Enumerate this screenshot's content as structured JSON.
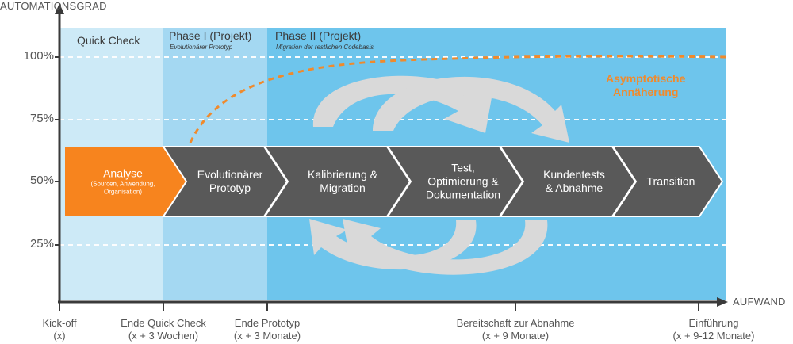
{
  "axes": {
    "y_title": "AUTOMATIONSGRAD",
    "x_title": "AUFWAND",
    "y_ticks": [
      "100%",
      "75%",
      "50%",
      "25%"
    ]
  },
  "phases": [
    {
      "title": "Quick Check",
      "subtitle": ""
    },
    {
      "title": "Phase I (Projekt)",
      "subtitle": "Evolutionärer Prototyp"
    },
    {
      "title": "Phase II (Projekt)",
      "subtitle": "Migration der restlichen Codebasis"
    }
  ],
  "steps": [
    {
      "line1": "Analyse",
      "sub": "(Sourcen, Anwendung, Organisation)"
    },
    {
      "line1": "Evolutionärer",
      "line2": "Prototyp"
    },
    {
      "line1": "Kalibrierung &",
      "line2": "Migration"
    },
    {
      "line1": "Test,",
      "line2": "Optimierung &",
      "line3": "Dokumentation"
    },
    {
      "line1": "Kundentests",
      "line2": "& Abnahme"
    },
    {
      "line1": "Transition"
    }
  ],
  "annotation": {
    "line1": "Asymptotische",
    "line2": "Annäherung"
  },
  "milestones": [
    {
      "line1": "Kick-off",
      "line2": "(x)"
    },
    {
      "line1": "Ende Quick Check",
      "line2": "(x + 3 Wochen)"
    },
    {
      "line1": "Ende Prototyp",
      "line2": "(x + 3 Monate)"
    },
    {
      "line1": "Bereitschaft zur Abnahme",
      "line2": "(x + 9 Monate)"
    },
    {
      "line1": "Einführung",
      "line2": "(x + 9-12 Monate)"
    }
  ],
  "colors": {
    "quick_check_bg": "#cdeaf7",
    "phase1_bg": "#9fd6f1",
    "phase2_bg": "#6cc4ec",
    "analyse": "#f7841e",
    "step": "#555555",
    "curve": "#f08a2c",
    "cycle_arrows": "#d8d8d8"
  }
}
